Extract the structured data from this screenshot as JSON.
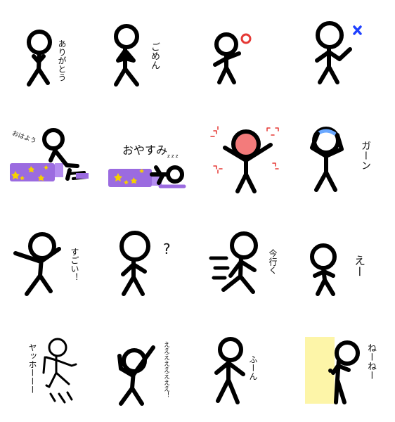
{
  "stickers": [
    {
      "id": "arigatou",
      "caption": "ありがとう"
    },
    {
      "id": "gomen",
      "caption": "ごめん"
    },
    {
      "id": "maru",
      "caption": ""
    },
    {
      "id": "batsu",
      "caption": ""
    },
    {
      "id": "ohayou",
      "caption": "おはよう"
    },
    {
      "id": "oyasumi",
      "caption": "おやすみ",
      "extra": "z z z"
    },
    {
      "id": "angry",
      "caption": ""
    },
    {
      "id": "gaan",
      "caption": "ガーン"
    },
    {
      "id": "sugoi",
      "caption": "すごい！"
    },
    {
      "id": "question",
      "caption": "?"
    },
    {
      "id": "imaiku",
      "caption": "今行く"
    },
    {
      "id": "ee",
      "caption": "えー"
    },
    {
      "id": "yahoo",
      "caption": "ヤッホーーー"
    },
    {
      "id": "eeee",
      "caption": "ええええええええ！"
    },
    {
      "id": "fuun",
      "caption": "ふーん"
    },
    {
      "id": "nee",
      "caption": "ねーねー"
    }
  ],
  "colors": {
    "ink": "#000000",
    "circle_red": "#e53935",
    "cross_blue": "#1e40ff",
    "futon_purple": "#9b6be0",
    "star_yellow": "#f5d000",
    "angry_face": "#f37b7b",
    "gaan_blue": "#6aa8ff",
    "door_yellow": "#fdf5a8"
  }
}
